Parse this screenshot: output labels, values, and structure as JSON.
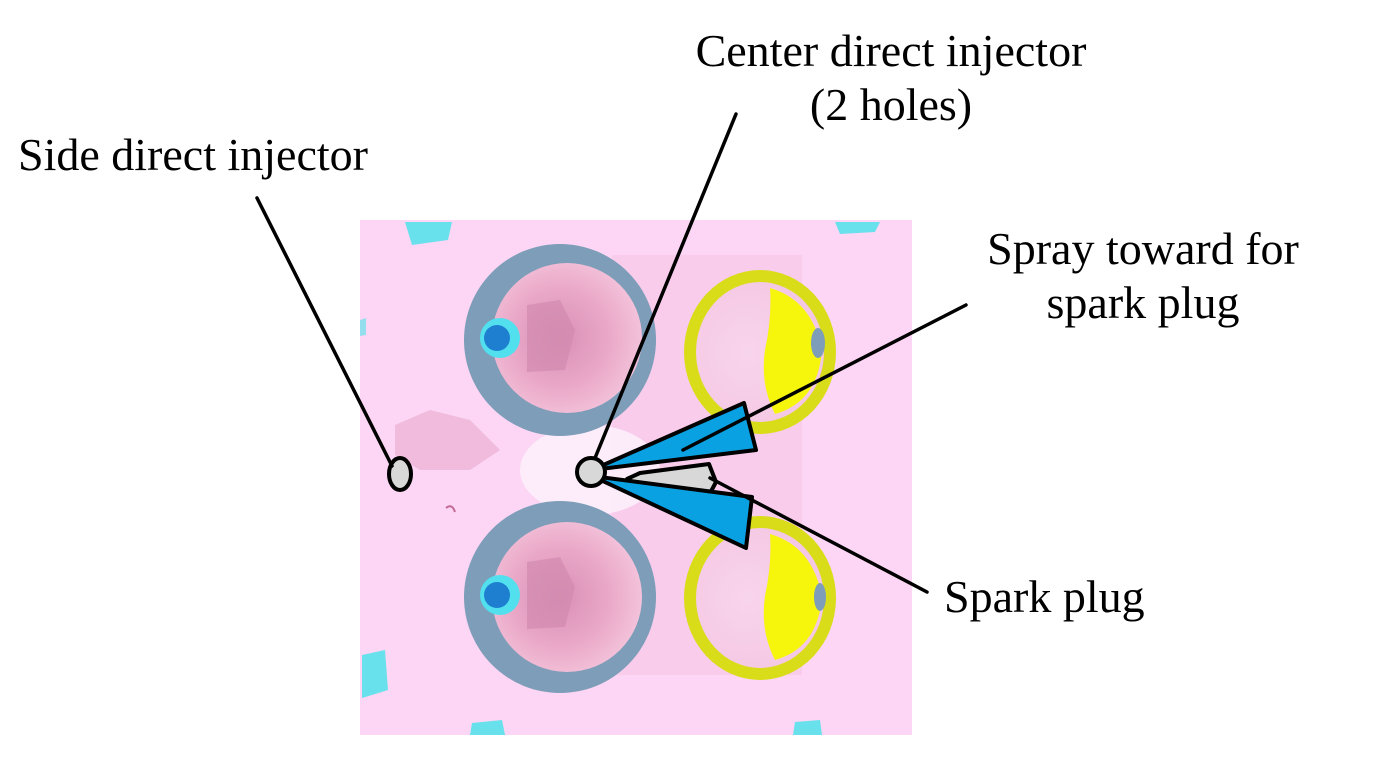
{
  "diagram": {
    "title": "Injector and spark plug layout in cylinder head (bottom view)",
    "labels": {
      "side_injector": "Side direct injector",
      "center_injector_line1": "Center direct injector",
      "center_injector_line2": "(2 holes)",
      "spray_line1": "Spray toward for",
      "spray_line2": "spark plug",
      "spark_plug": "Spark plug"
    },
    "components": {
      "intake_valves": 2,
      "exhaust_valves": 2,
      "spray_holes": 2
    },
    "colors": {
      "head_background": "#fcd6f4",
      "intake_valve_ring": "#7d9db8",
      "intake_valve_inner": "#e9a6c6",
      "intake_port_blue": "#1e7fd0",
      "intake_port_cyan": "#52e0ee",
      "exhaust_valve_ring": "#d9dc18",
      "exhaust_valve_yellow": "#f6f60c",
      "spray_fill": "#0aa1e2",
      "injector_fill": "#d8d8d8",
      "spark_plug_fill": "#d8d8d8",
      "leader_line": "#000000",
      "cyan_patches": "#4fe3ea"
    }
  }
}
